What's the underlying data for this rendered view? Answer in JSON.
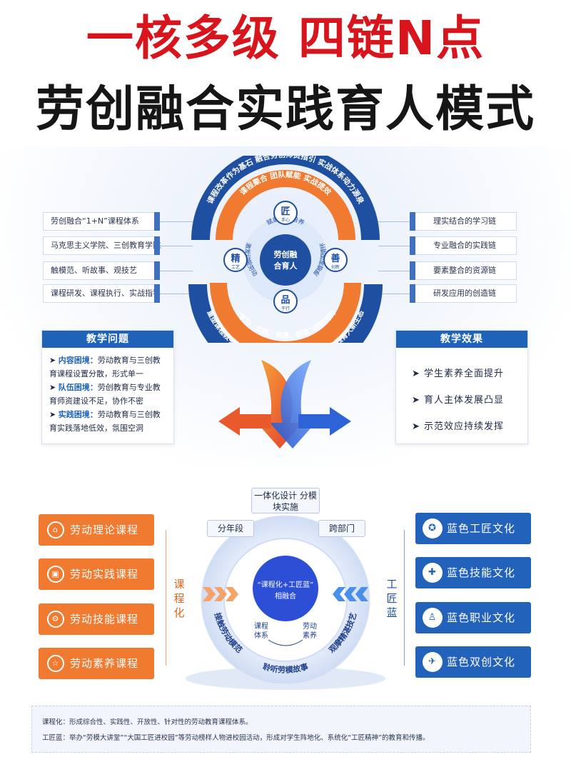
{
  "title_line1": "一核多级 四链N点",
  "title_line2": "劳创融合实践育人模式",
  "left_boxes": [
    "劳创融合“1+N”课程体系",
    "马克思主义学院、三创教育学院",
    "触模范、听故事、观技艺",
    "课程研发、课程执行、实战指导"
  ],
  "right_boxes": [
    "理实结合的学习链",
    "专业融合的实践链",
    "要素整合的资源链",
    "研发应用的创造链"
  ],
  "ring": {
    "outer_top": "课程改革作为基石 融合劳创师资指引 实战体系动力源泉",
    "inner_top": "课程聚合 团队赋能 实战提效",
    "inner_bottom": "“学习、实践、资源、创造”四链同构",
    "outer_bottom": "重塑课程教学新范型 打造协同育人新团队 构建实践育人新生态",
    "center": "劳创融合育人",
    "arc_top": "赋能人才培养",
    "arc_left": "激发动能劳动",
    "arc_right": "厚植家国情怀",
    "nodes": [
      {
        "big": "匠",
        "small": "手心"
      },
      {
        "big": "精",
        "small": "工艺"
      },
      {
        "big": "善",
        "small": "创新"
      },
      {
        "big": "品",
        "small": "于行"
      }
    ]
  },
  "problems": {
    "title": "教学问题",
    "items": [
      {
        "key": "内容困境：",
        "text": "劳动教育与三创教育课程设置分散，形式单一"
      },
      {
        "key": "队伍困境：",
        "text": "劳创教育与专业教育师资建设不足，协作不密"
      },
      {
        "key": "实践困境：",
        "text": "劳动教育与三创教育实践落地低效，氛围空洞"
      }
    ]
  },
  "effects": {
    "title": "教学效果",
    "items": [
      "示范效应持续发挥",
      "育人主体发展凸显",
      "学生素养全面提升"
    ]
  },
  "bottom": {
    "left_buttons": [
      "劳动理论课程",
      "劳动实践课程",
      "劳动技能课程",
      "劳动素养课程"
    ],
    "left_icons": [
      "book-icon",
      "toolbox-icon",
      "gear-icon",
      "star-icon"
    ],
    "right_buttons": [
      "蓝色工匠文化",
      "蓝色技能文化",
      "蓝色职业文化",
      "蓝色双创文化"
    ],
    "right_icons": [
      "badge-icon",
      "puzzle-icon",
      "person-icon",
      "rocket-icon"
    ],
    "left_vertical": "课程化",
    "right_vertical": "工匠蓝",
    "top_tag": "一体化设计 分模块实施",
    "tag_left": "分年段",
    "tag_right": "跨部门",
    "center": "“课程化+工匠蓝”相融合",
    "center_left": "课程体系",
    "center_right": "劳动素养",
    "arc_left": "接触劳动模范",
    "arc_right": "观摩精湛技艺",
    "arc_bottom": "聆听劳模故事"
  },
  "footer": {
    "line1": "课程化：形成综合性、实践性、开放性、针对性的劳动教育课程体系。",
    "line2": "工匠蓝：举办“劳模大讲堂”“大国工匠进校园”等劳动榜样人物进校园活动，形成对学生阵地化、系统化“工匠精神”的教育和传播。"
  },
  "colors": {
    "red": "#d8141c",
    "blue": "#2262ba",
    "orange": "#ef7a30",
    "navy": "#1f4fa0"
  }
}
